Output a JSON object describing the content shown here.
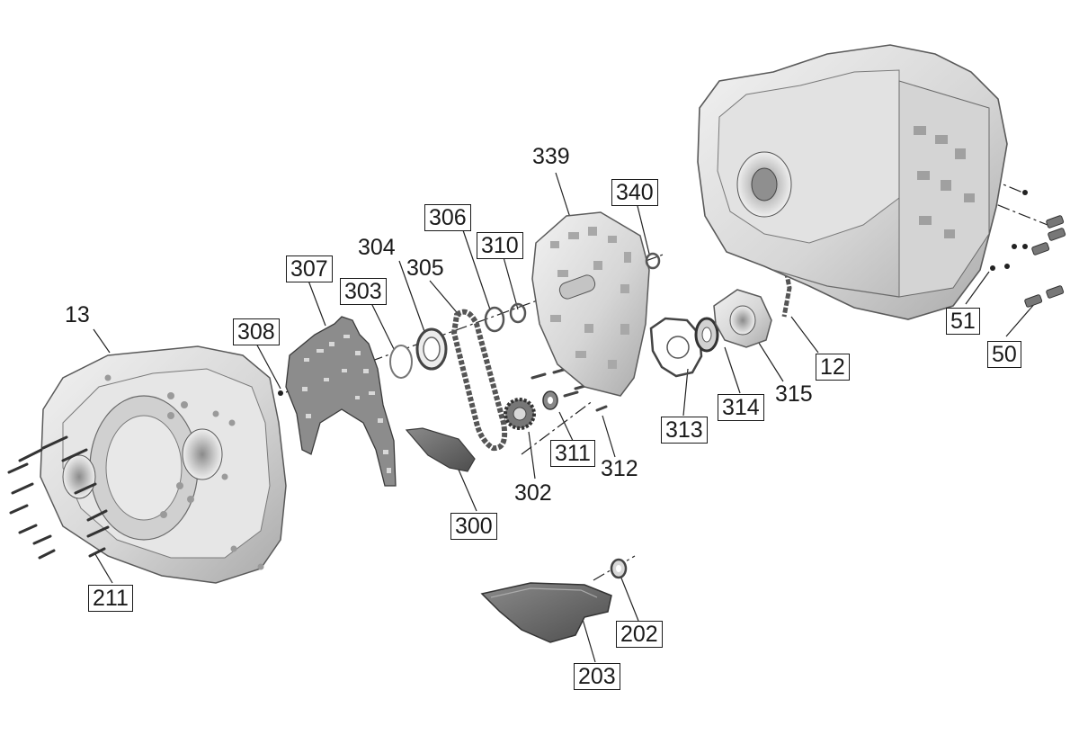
{
  "diagram": {
    "colors": {
      "part_fill": "#dcdcdc",
      "part_shade": "#b8b8b8",
      "part_edge": "#5a5a5a",
      "dark_part": "#6a6a6a",
      "leader": "#222222",
      "background": "#ffffff"
    },
    "callouts": [
      {
        "id": "c13",
        "text": "13",
        "boxed": false
      },
      {
        "id": "c211",
        "text": "211",
        "boxed": true
      },
      {
        "id": "c308",
        "text": "308",
        "boxed": true
      },
      {
        "id": "c307",
        "text": "307",
        "boxed": true
      },
      {
        "id": "c303",
        "text": "303",
        "boxed": true
      },
      {
        "id": "c304",
        "text": "304",
        "boxed": false
      },
      {
        "id": "c305",
        "text": "305",
        "boxed": false
      },
      {
        "id": "c306",
        "text": "306",
        "boxed": true
      },
      {
        "id": "c310",
        "text": "310",
        "boxed": true
      },
      {
        "id": "c339",
        "text": "339",
        "boxed": false
      },
      {
        "id": "c340",
        "text": "340",
        "boxed": true
      },
      {
        "id": "c300",
        "text": "300",
        "boxed": true
      },
      {
        "id": "c302",
        "text": "302",
        "boxed": false
      },
      {
        "id": "c311",
        "text": "311",
        "boxed": true
      },
      {
        "id": "c312",
        "text": "312",
        "boxed": false
      },
      {
        "id": "c313",
        "text": "313",
        "boxed": true
      },
      {
        "id": "c314",
        "text": "314",
        "boxed": true
      },
      {
        "id": "c315",
        "text": "315",
        "boxed": false
      },
      {
        "id": "c12",
        "text": "12",
        "boxed": true
      },
      {
        "id": "c51",
        "text": "51",
        "boxed": true
      },
      {
        "id": "c50",
        "text": "50",
        "boxed": true
      },
      {
        "id": "c202",
        "text": "202",
        "boxed": true
      },
      {
        "id": "c203",
        "text": "203",
        "boxed": true
      }
    ]
  }
}
